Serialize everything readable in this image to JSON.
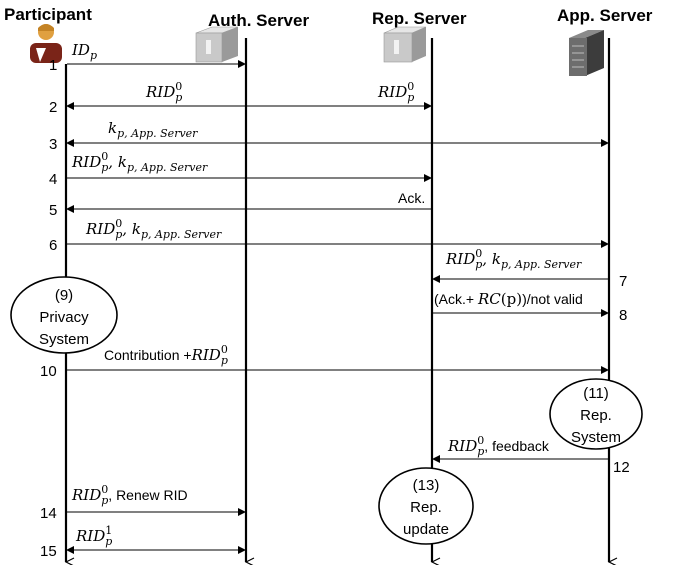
{
  "participants": {
    "participant": "Participant",
    "auth": "Auth. Server",
    "rep": "Rep. Server",
    "app": "App. Server"
  },
  "steps": {
    "s1": "1",
    "s2": "2",
    "s3": "3",
    "s4": "4",
    "s5": "5",
    "s6": "6",
    "s7": "7",
    "s8": "8",
    "s10": "10",
    "s12": "12",
    "s14": "14",
    "s15": "15"
  },
  "messages": {
    "m1_id": "ID",
    "m1_sub": "p",
    "rid": "RID",
    "rid_sub": "p",
    "rid_sup0": "0",
    "rid_sup1": "1",
    "k": "k",
    "k_sub": "p, App. Server",
    "comma": ", ",
    "ack": "Ack.",
    "m8_pre": "(Ack.+ ",
    "m8_rc": "RC",
    "m8_arg": "(p)",
    "m8_post": ")/not valid",
    "m10_pre": "Contribution +",
    "feedback": ", feedback",
    "renew": ", Renew RID"
  },
  "processes": {
    "p9": [
      "(9)",
      "Privacy",
      "System"
    ],
    "p11": [
      "(11)",
      "Rep.",
      "System"
    ],
    "p13": [
      "(13)",
      "Rep.",
      "update"
    ]
  }
}
